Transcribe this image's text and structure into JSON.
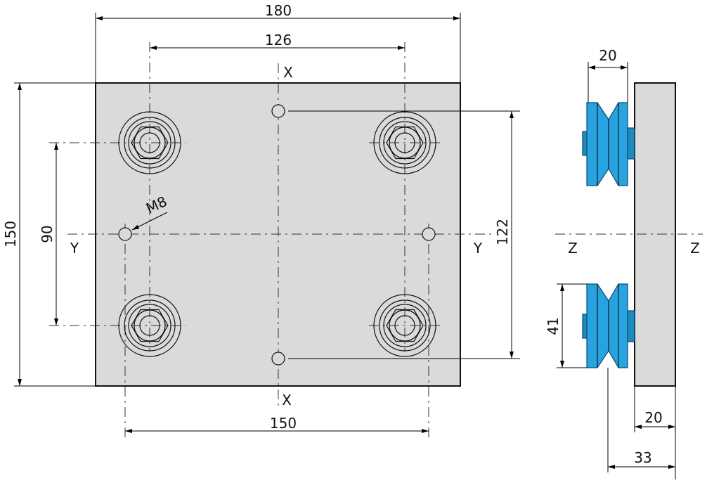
{
  "dimensions": {
    "plate_width": "180",
    "wheel_spacing_x": "126",
    "hole_spacing_y": "150",
    "plate_height": "150",
    "wheel_spacing_y": "90",
    "hole_spacing_vertical": "122",
    "thread": "M8",
    "side_wheel_width": "20",
    "side_wheel_diameter": "41",
    "side_plate_thickness": "20",
    "side_total_depth": "33"
  },
  "axes": {
    "x_top": "X",
    "x_bottom": "X",
    "y_left": "Y",
    "y_right": "Y",
    "z_left": "Z",
    "z_right": "Z"
  },
  "colors": {
    "plate": "#dadada",
    "wheel": "#27a3e0"
  }
}
